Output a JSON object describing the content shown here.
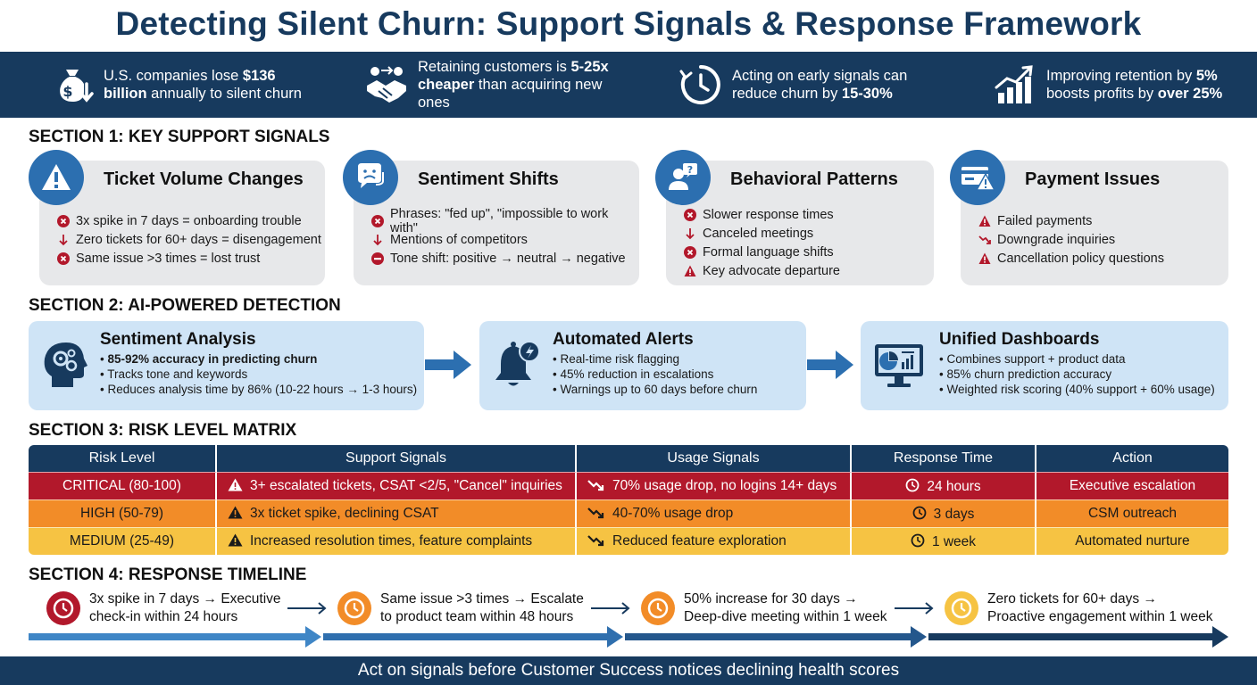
{
  "title": "Detecting Silent Churn: Support Signals & Response Framework",
  "stats": [
    {
      "pre": "U.S. companies lose ",
      "bold": "$136 billion",
      "post": " annually to silent churn",
      "icon": "money-bag-icon"
    },
    {
      "pre": "Retaining customers is ",
      "bold": "5-25x cheaper",
      "post": " than acquiring new ones",
      "icon": "handshake-icon"
    },
    {
      "pre": "Acting on early signals can reduce churn by ",
      "bold": "15-30%",
      "post": "",
      "icon": "clock-icon"
    },
    {
      "pre": "Improving retention by ",
      "bold": "5%",
      "post": " boosts profits by ",
      "bold2": "over 25%",
      "icon": "growth-chart-icon"
    }
  ],
  "section1": {
    "heading": "SECTION 1: KEY SUPPORT SIGNALS",
    "cards": [
      {
        "title": "Ticket Volume Changes",
        "icon": "warning-icon",
        "items": [
          {
            "text": "3x spike in 7 days = onboarding trouble",
            "icon": "x-circle-icon"
          },
          {
            "text": "Zero tickets for 60+ days = disengagement",
            "icon": "arrow-down-icon"
          },
          {
            "text": "Same issue >3 times = lost trust",
            "icon": "x-circle-icon"
          }
        ]
      },
      {
        "title": "Sentiment Shifts",
        "icon": "sad-chat-icon",
        "items": [
          {
            "text": "Phrases: \"fed up\", \"impossible to work with\"",
            "icon": "x-circle-icon"
          },
          {
            "text": "Mentions of competitors",
            "icon": "arrow-down-icon"
          },
          {
            "text": "Tone shift: positive → neutral → negative",
            "icon": "minus-circle-icon"
          }
        ]
      },
      {
        "title": "Behavioral Patterns",
        "icon": "user-question-icon",
        "items": [
          {
            "text": "Slower response times",
            "icon": "x-circle-icon"
          },
          {
            "text": "Canceled meetings",
            "icon": "arrow-down-icon"
          },
          {
            "text": "Formal language shifts",
            "icon": "x-circle-icon"
          },
          {
            "text": "Key advocate departure",
            "icon": "warning-triangle-icon"
          }
        ]
      },
      {
        "title": "Payment Issues",
        "icon": "card-warning-icon",
        "items": [
          {
            "text": "Failed payments",
            "icon": "warning-triangle-icon"
          },
          {
            "text": "Downgrade inquiries",
            "icon": "trend-down-icon"
          },
          {
            "text": "Cancellation policy questions",
            "icon": "warning-triangle-icon"
          }
        ]
      }
    ]
  },
  "section2": {
    "heading": "SECTION 2: AI-POWERED DETECTION",
    "cards": [
      {
        "title": "Sentiment Analysis",
        "icon": "brain-gears-icon",
        "items": [
          "85-92% accuracy in predicting churn",
          "Tracks tone and keywords",
          "Reduces analysis time by 86% (10-22 hours → 1-3 hours)"
        ]
      },
      {
        "title": "Automated Alerts",
        "icon": "bell-alert-icon",
        "items": [
          "Real-time risk flagging",
          "45% reduction in escalations",
          "Warnings up to 60 days before churn"
        ]
      },
      {
        "title": "Unified Dashboards",
        "icon": "dashboard-monitor-icon",
        "items": [
          "Combines support + product data",
          "85% churn prediction accuracy",
          "Weighted risk scoring (40% support + 60% usage)"
        ]
      }
    ]
  },
  "section3": {
    "heading": "SECTION 3: RISK LEVEL MATRIX",
    "columns": [
      "Risk Level",
      "Support Signals",
      "Usage Signals",
      "Response Time",
      "Action"
    ],
    "rows": [
      {
        "level": "CRITICAL (80-100)",
        "support": "3+ escalated tickets, CSAT <2/5, \"Cancel\" inquiries",
        "usage": "70% usage drop, no logins 14+ days",
        "time": "24 hours",
        "action": "Executive escalation"
      },
      {
        "level": "HIGH (50-79)",
        "support": "3x ticket spike, declining CSAT",
        "usage": "40-70% usage drop",
        "time": "3 days",
        "action": "CSM outreach"
      },
      {
        "level": "MEDIUM (25-49)",
        "support": "Increased resolution times, feature complaints",
        "usage": "Reduced feature exploration",
        "time": "1 week",
        "action": "Automated nurture"
      }
    ]
  },
  "section4": {
    "heading": "SECTION 4: RESPONSE TIMELINE",
    "steps": [
      {
        "line1": "3x spike in 7 days → Executive",
        "line2": "check-in within 24 hours",
        "color": "#b2182b"
      },
      {
        "line1": "Same issue >3 times → Escalate",
        "line2": "to product team within 48 hours",
        "color": "#f28c28"
      },
      {
        "line1": "50% increase for 30 days →",
        "line2": "Deep-dive meeting within 1 week",
        "color": "#f28c28"
      },
      {
        "line1": "Zero tickets for 60+ days →",
        "line2": "Proactive engagement within 1 week",
        "color": "#f6c343"
      }
    ]
  },
  "footer": "Act on signals before Customer Success notices declining health scores"
}
